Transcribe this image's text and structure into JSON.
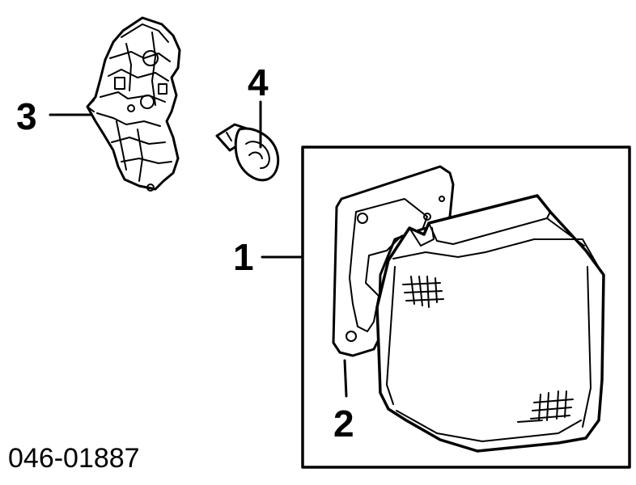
{
  "callouts": {
    "one": "1",
    "two": "2",
    "three": "3",
    "four": "4"
  },
  "part_number": "046-01887",
  "colors": {
    "line": "#000000",
    "background": "#ffffff"
  }
}
